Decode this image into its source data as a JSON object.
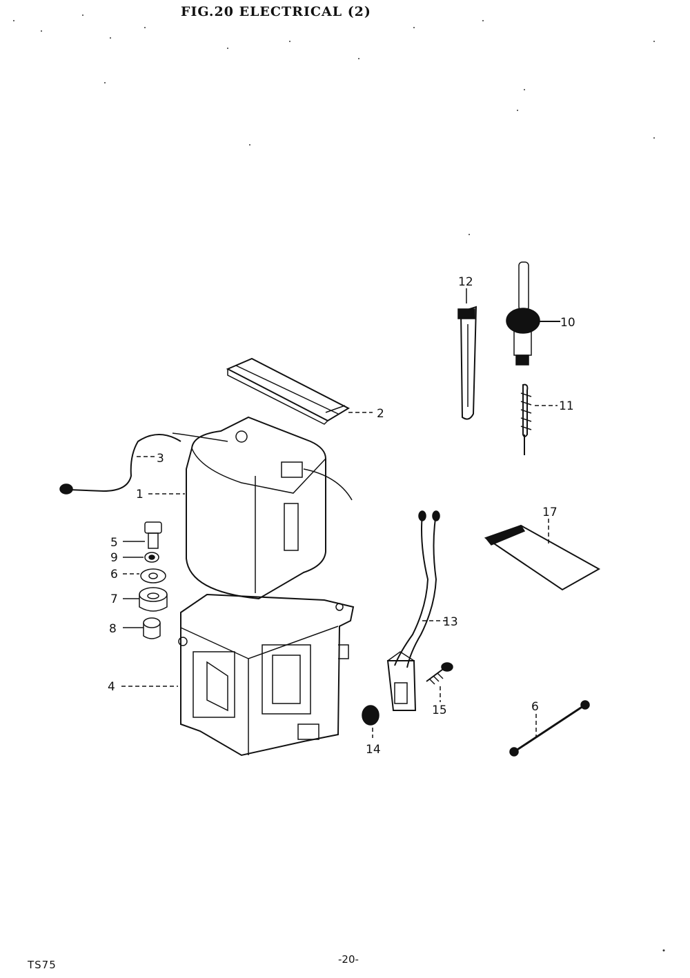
{
  "header": {
    "title": "FIG.20 ELECTRICAL (2)"
  },
  "footer": {
    "model": "TS75",
    "page": "-20-"
  },
  "callouts": {
    "c1": "1",
    "c2": "2",
    "c3": "3",
    "c4": "4",
    "c5": "5",
    "c6a": "6",
    "c6b": "6",
    "c7": "7",
    "c8": "8",
    "c9": "9",
    "c10": "10",
    "c11": "11",
    "c12": "12",
    "c13": "13",
    "c14": "14",
    "c15": "15",
    "c17": "17"
  }
}
